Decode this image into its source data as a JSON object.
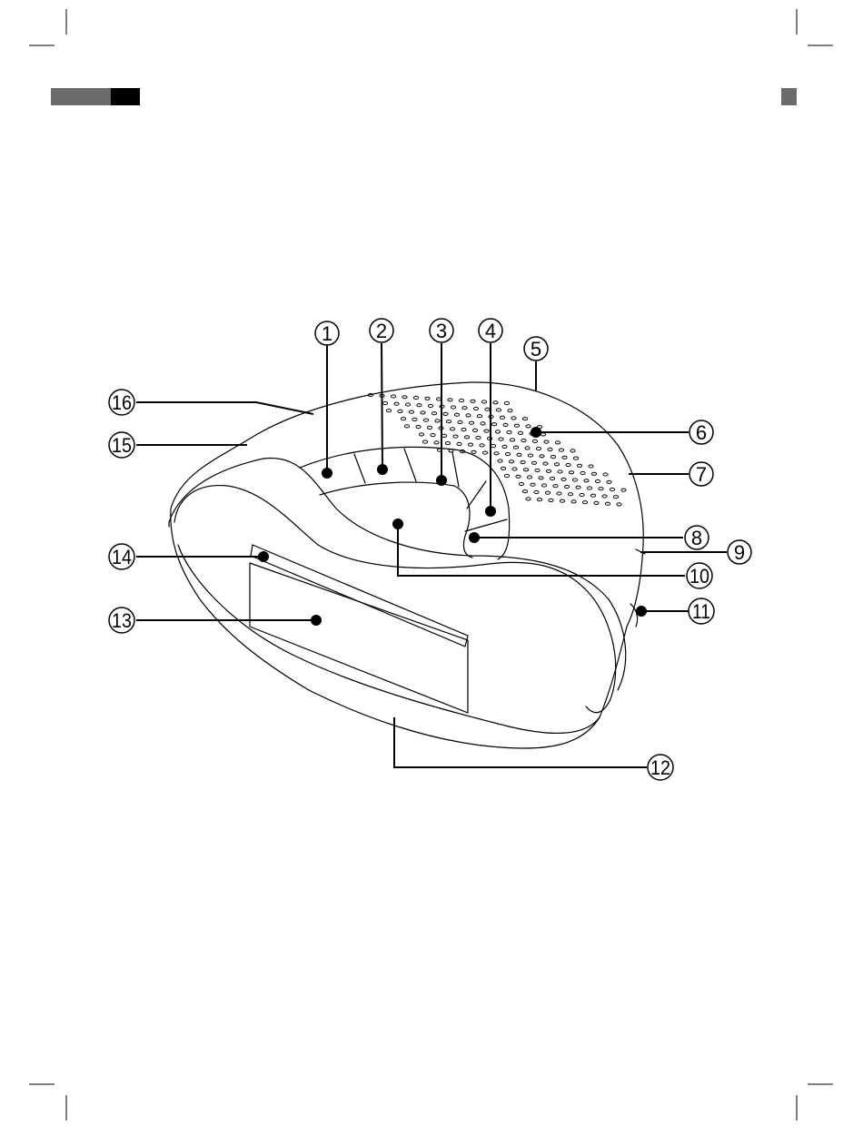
{
  "document": {
    "type": "product-parts-diagram",
    "header_bar_colors": {
      "segment_grey": "#6b6b6b",
      "segment_black": "#000000",
      "right_tab": "#6b6b6b"
    }
  },
  "diagram": {
    "line_color": "#000000",
    "callouts": [
      {
        "number": "1"
      },
      {
        "number": "2"
      },
      {
        "number": "3"
      },
      {
        "number": "4"
      },
      {
        "number": "5"
      },
      {
        "number": "6"
      },
      {
        "number": "7"
      },
      {
        "number": "8"
      },
      {
        "number": "9"
      },
      {
        "number": "10"
      },
      {
        "number": "11"
      },
      {
        "number": "12"
      },
      {
        "number": "13"
      },
      {
        "number": "14"
      },
      {
        "number": "15"
      },
      {
        "number": "16"
      }
    ]
  }
}
